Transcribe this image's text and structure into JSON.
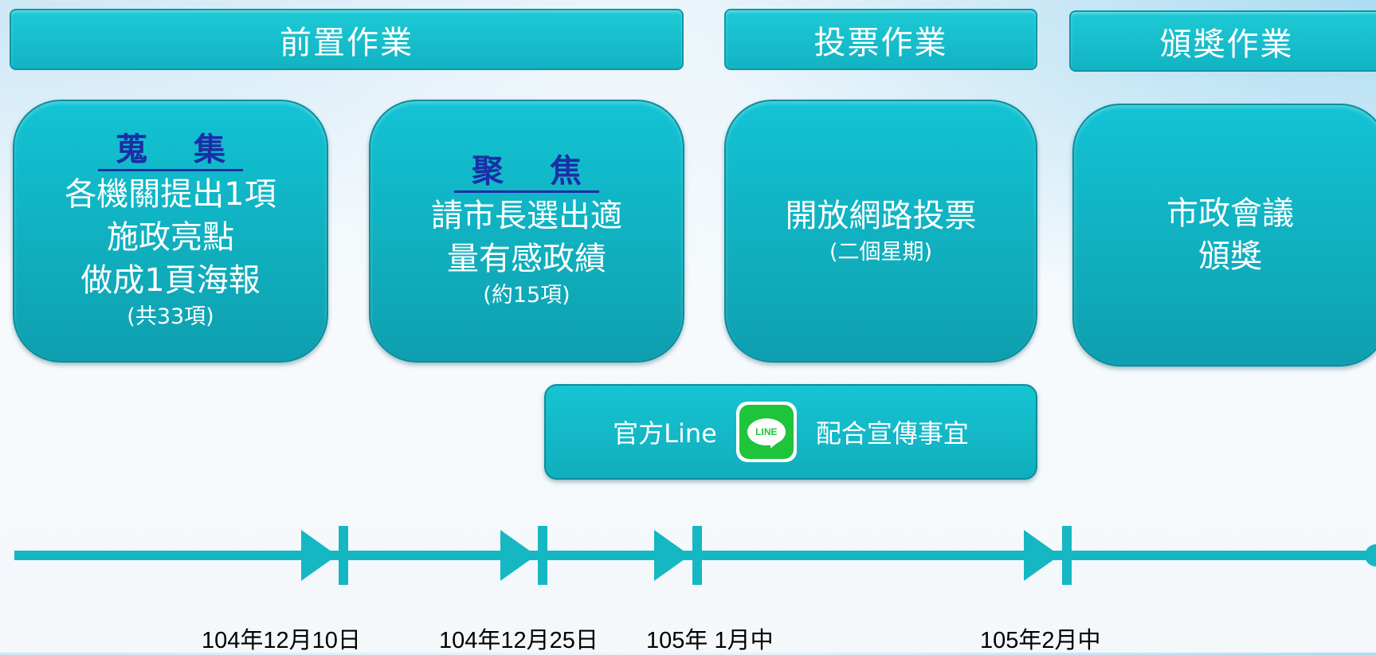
{
  "phases": {
    "prep": "前置作業",
    "vote": "投票作業",
    "award": "頒獎作業"
  },
  "steps": {
    "collect": {
      "keyword": "蒐 集",
      "lines": [
        "各機關提出1項",
        "施政亮點",
        "做成1頁海報"
      ],
      "note": "(共33項)"
    },
    "focus": {
      "keyword": "聚 焦",
      "lines": [
        "請市長選出適",
        "量有感政績"
      ],
      "note": "(約15項)"
    },
    "voting": {
      "lines": [
        "開放網路投票"
      ],
      "note": "(二個星期)"
    },
    "ceremony": {
      "lines": [
        "市政會議",
        "頒獎"
      ]
    }
  },
  "promo": {
    "before": "官方Line",
    "logo_text": "LINE",
    "after": "配合宣傳事宜"
  },
  "timeline": {
    "dates": [
      "104年12月10日",
      "104年12月25日",
      "105年 1月中",
      "105年2月中"
    ]
  },
  "colors": {
    "teal": "#10aebd",
    "keyword": "#1a2ea6",
    "line_green": "#1fc43a"
  }
}
